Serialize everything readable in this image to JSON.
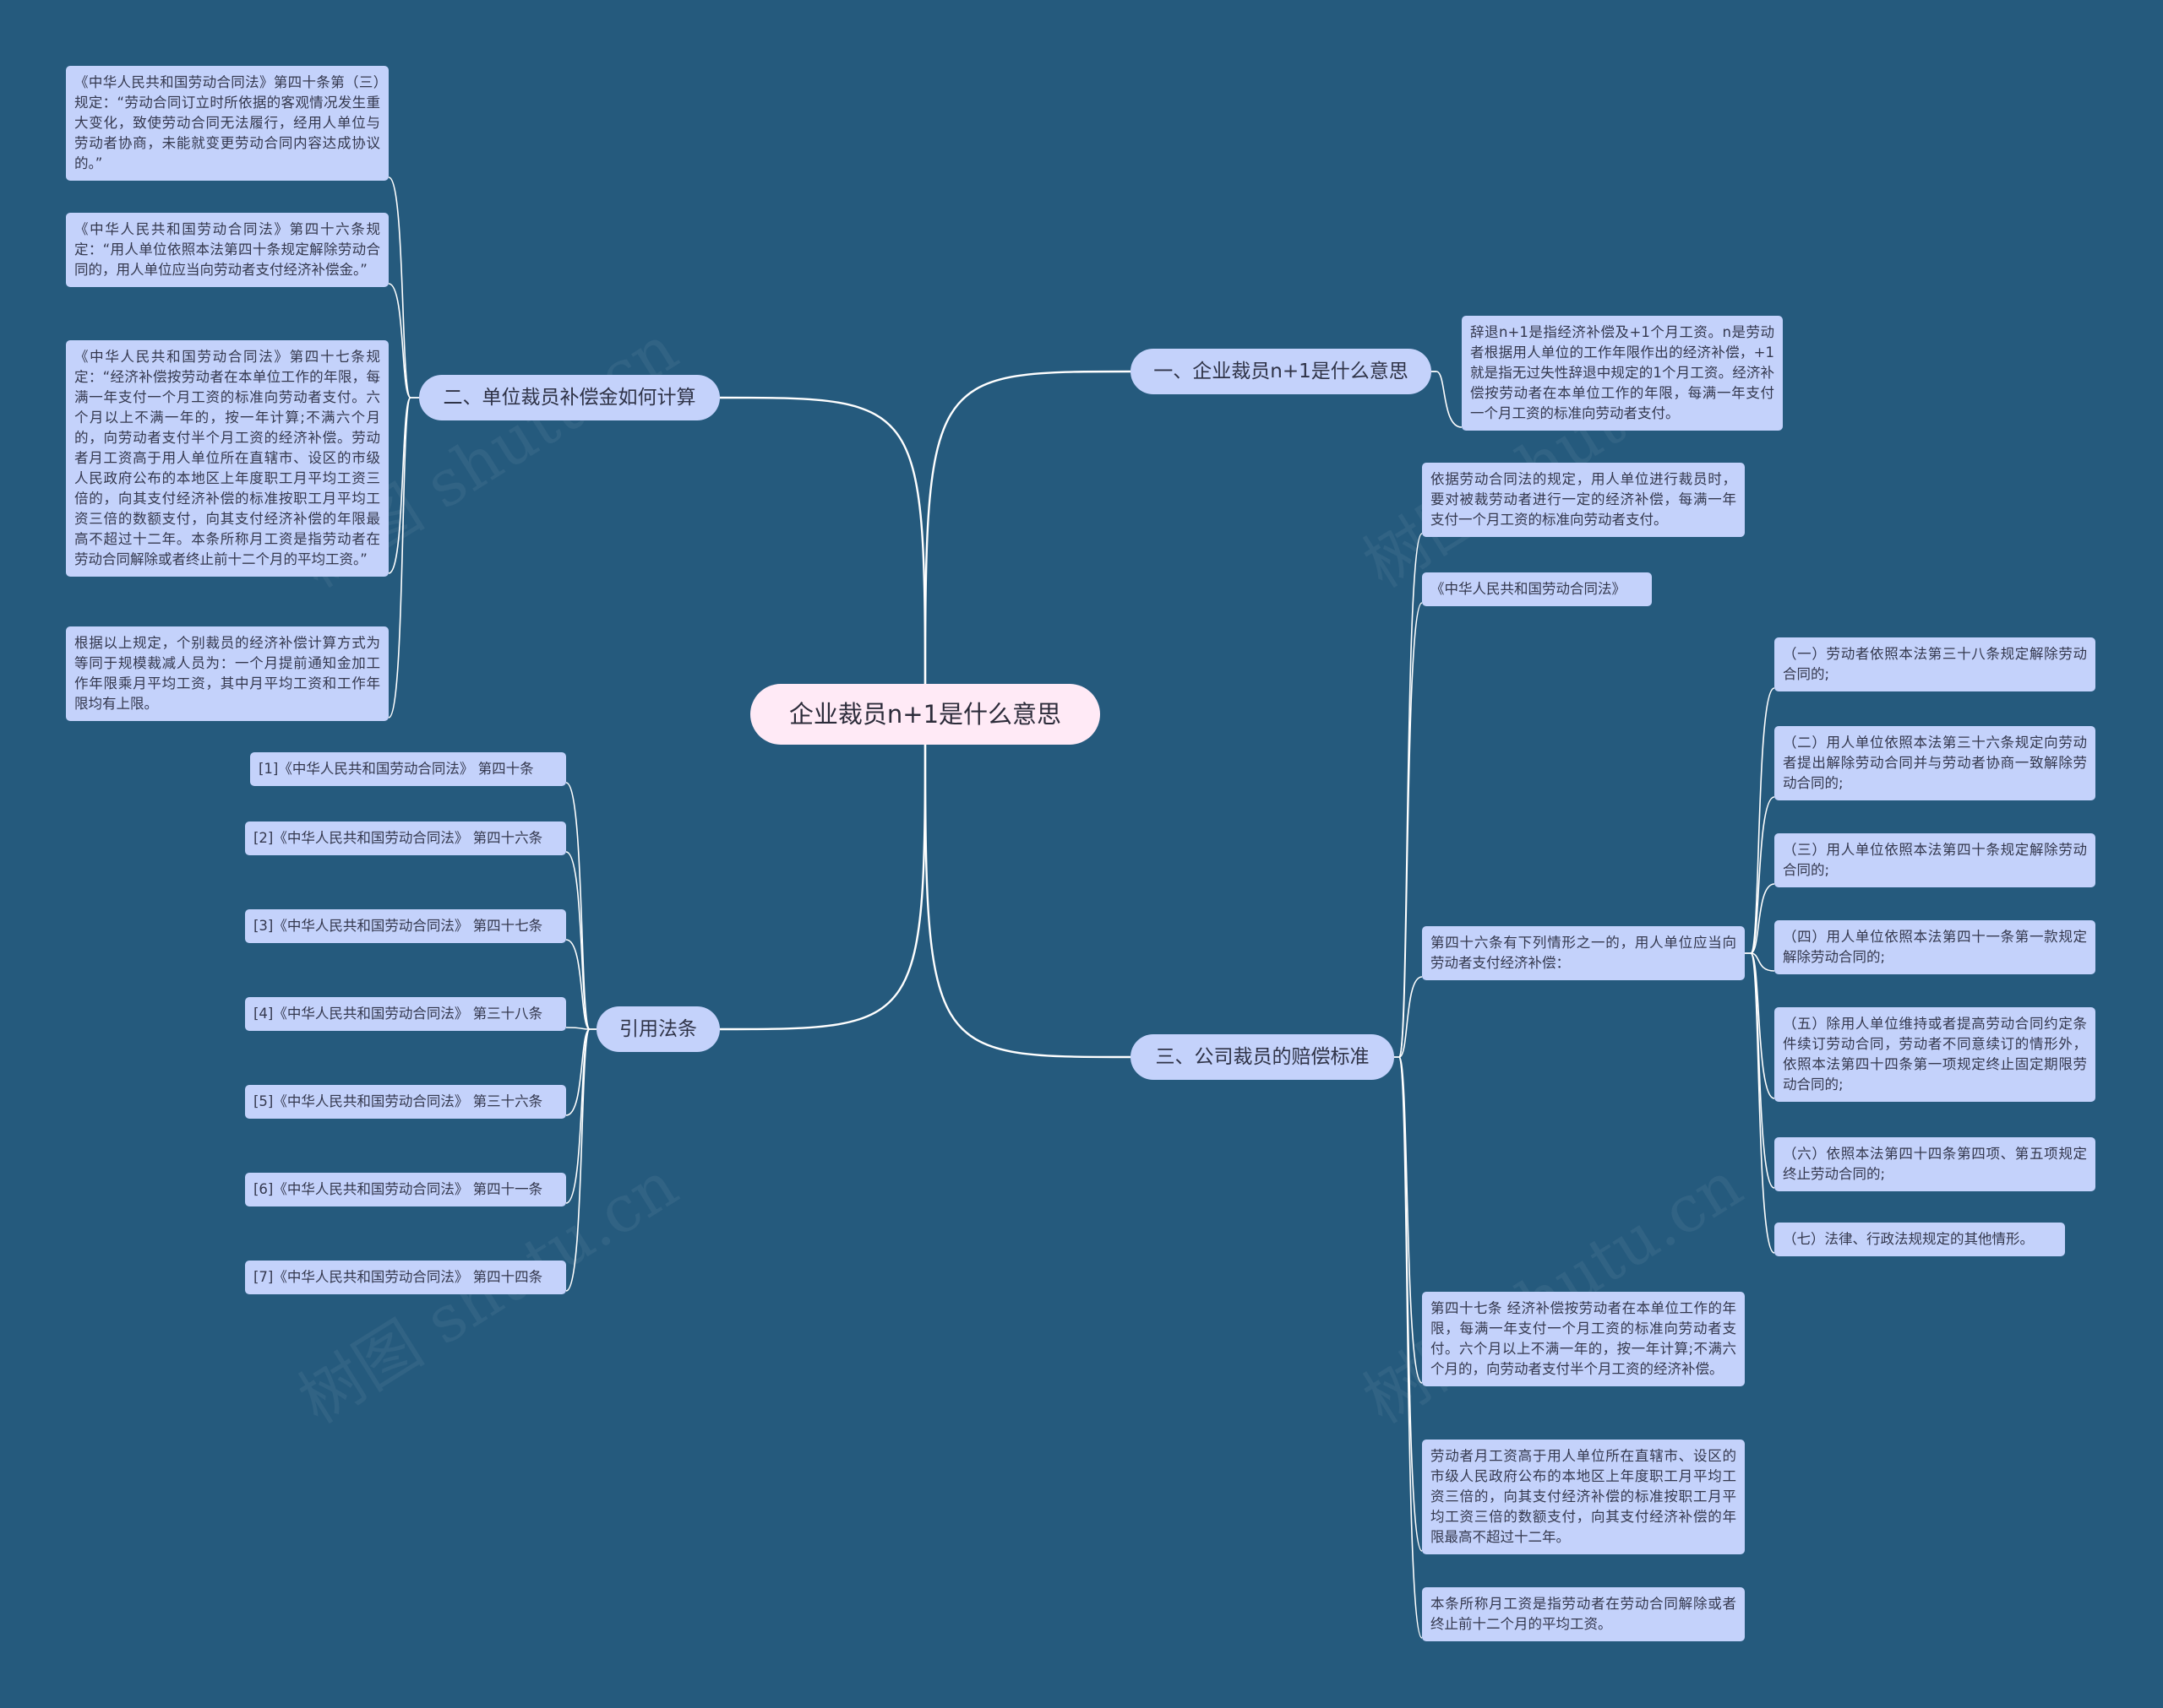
{
  "root": "企业裁员n+1是什么意思",
  "branches": {
    "b1": {
      "label": "一、企业裁员n+1是什么意思",
      "items": [
        "辞退n+1是指经济补偿及+1个月工资。n是劳动者根据用人单位的工作年限作出的经济补偿，+1就是指无过失性辞退中规定的1个月工资。经济补偿按劳动者在本单位工作的年限，每满一年支付一个月工资的标准向劳动者支付。"
      ]
    },
    "b2": {
      "label": "二、单位裁员补偿金如何计算",
      "items": [
        "《中华人民共和国劳动合同法》第四十条第（三）规定：“劳动合同订立时所依据的客观情况发生重大变化，致使劳动合同无法履行，经用人单位与劳动者协商，未能就变更劳动合同内容达成协议的。”",
        "《中华人民共和国劳动合同法》第四十六条规定：“用人单位依照本法第四十条规定解除劳动合同的，用人单位应当向劳动者支付经济补偿金。”",
        "《中华人民共和国劳动合同法》第四十七条规定：“经济补偿按劳动者在本单位工作的年限，每满一年支付一个月工资的标准向劳动者支付。六个月以上不满一年的，按一年计算;不满六个月的，向劳动者支付半个月工资的经济补偿。劳动者月工资高于用人单位所在直辖市、设区的市级人民政府公布的本地区上年度职工月平均工资三倍的，向其支付经济补偿的标准按职工月平均工资三倍的数额支付，向其支付经济补偿的年限最高不超过十二年。本条所称月工资是指劳动者在劳动合同解除或者终止前十二个月的平均工资。”",
        "根据以上规定，个别裁员的经济补偿计算方式为等同于规模裁减人员为：一个月提前通知金加工作年限乘月平均工资，其中月平均工资和工作年限均有上限。"
      ]
    },
    "b3": {
      "label": "三、公司裁员的赔偿标准",
      "items": [
        "依据劳动合同法的规定，用人单位进行裁员时，要对被裁劳动者进行一定的经济补偿，每满一年支付一个月工资的标准向劳动者支付。",
        "《中华人民共和国劳动合同法》",
        "第四十六条有下列情形之一的，用人单位应当向劳动者支付经济补偿：",
        "第四十七条 经济补偿按劳动者在本单位工作的年限，每满一年支付一个月工资的标准向劳动者支付。六个月以上不满一年的，按一年计算;不满六个月的，向劳动者支付半个月工资的经济补偿。",
        "劳动者月工资高于用人单位所在直辖市、设区的市级人民政府公布的本地区上年度职工月平均工资三倍的，向其支付经济补偿的标准按职工月平均工资三倍的数额支付，向其支付经济补偿的年限最高不超过十二年。",
        "本条所称月工资是指劳动者在劳动合同解除或者终止前十二个月的平均工资。"
      ],
      "sub_items": [
        "（一）劳动者依照本法第三十八条规定解除劳动合同的;",
        "（二）用人单位依照本法第三十六条规定向劳动者提出解除劳动合同并与劳动者协商一致解除劳动合同的;",
        "（三）用人单位依照本法第四十条规定解除劳动合同的;",
        "（四）用人单位依照本法第四十一条第一款规定解除劳动合同的;",
        "（五）除用人单位维持或者提高劳动合同约定条件续订劳动合同，劳动者不同意续订的情形外，依照本法第四十四条第一项规定终止固定期限劳动合同的;",
        "（六）依照本法第四十四条第四项、第五项规定终止劳动合同的;",
        "（七）法律、行政法规规定的其他情形。"
      ]
    },
    "b4": {
      "label": "引用法条",
      "items": [
        "[1]《中华人民共和国劳动合同法》 第四十条",
        "[2]《中华人民共和国劳动合同法》 第四十六条",
        "[3]《中华人民共和国劳动合同法》 第四十七条",
        "[4]《中华人民共和国劳动合同法》 第三十八条",
        "[5]《中华人民共和国劳动合同法》 第三十六条",
        "[6]《中华人民共和国劳动合同法》 第四十一条",
        "[7]《中华人民共和国劳动合同法》 第四十四条"
      ]
    }
  },
  "watermark": "树图 shutu.cn",
  "colors": {
    "background": "#255a7d",
    "node": "#c4d2fb",
    "root": "#ffeaf6",
    "line": "#ffffff"
  }
}
